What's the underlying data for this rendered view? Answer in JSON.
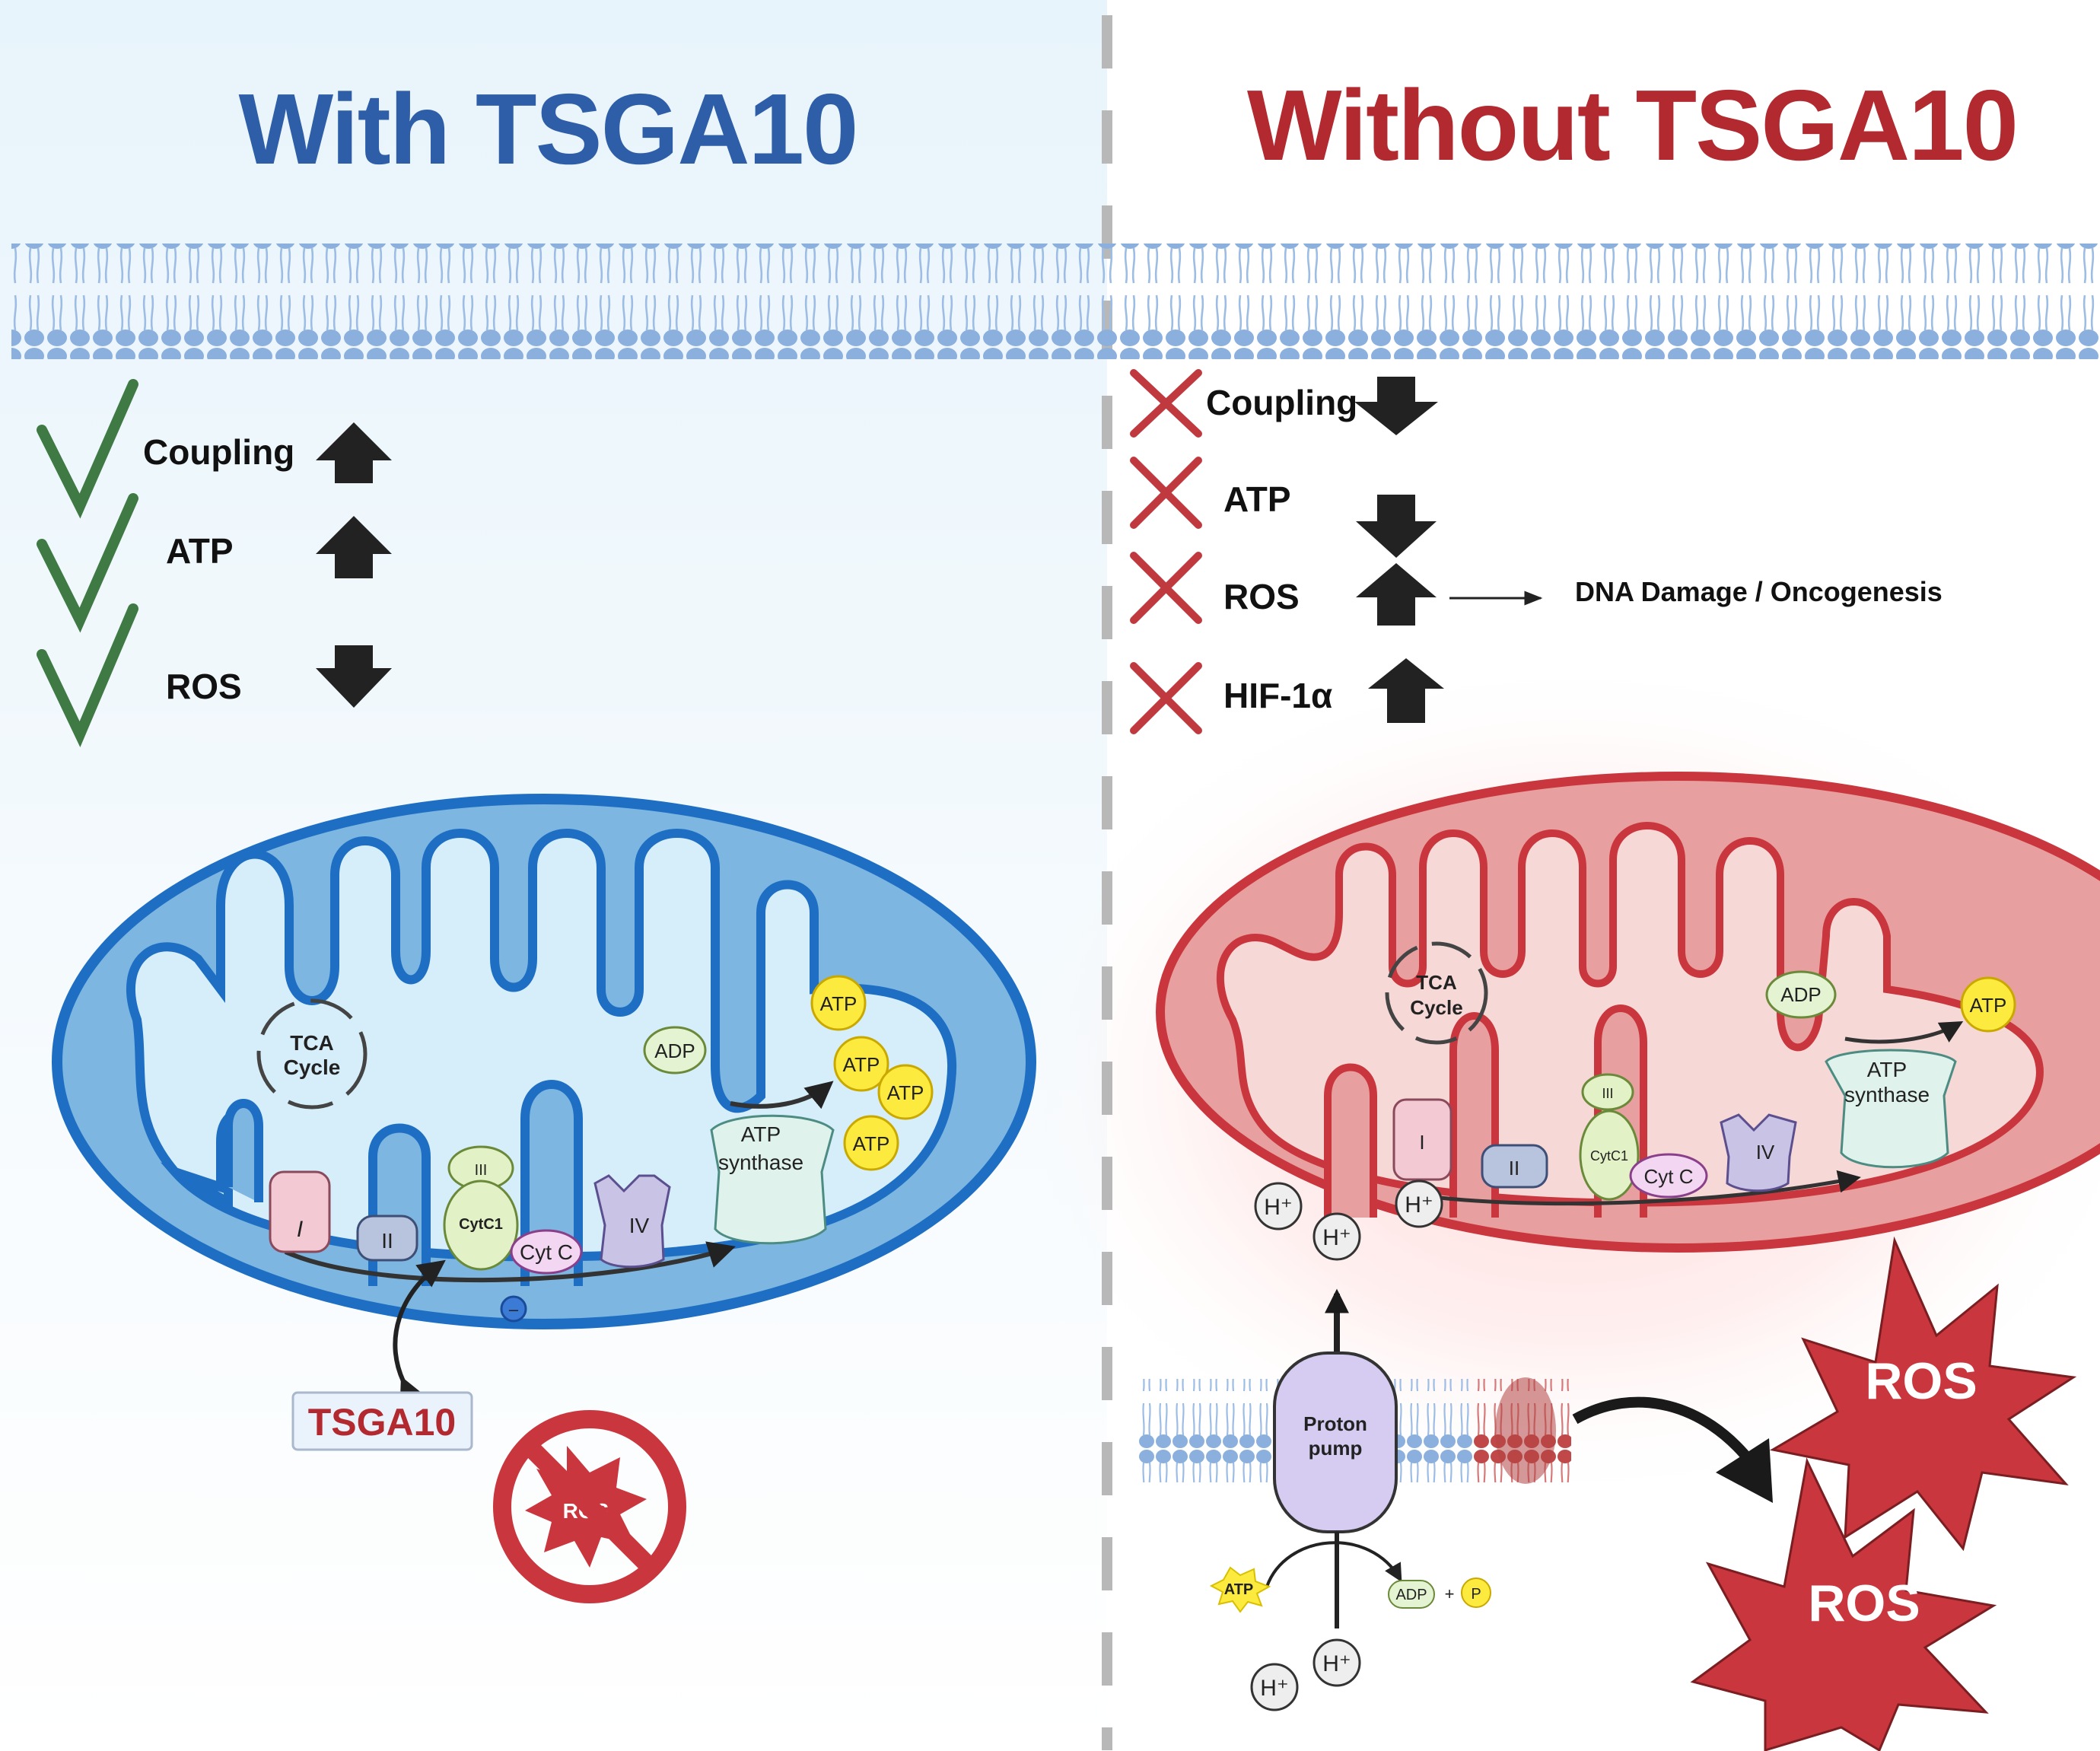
{
  "left_panel": {
    "title": "With TSGA10",
    "title_color": "#2f5ea8",
    "indicators": [
      {
        "label": "Coupling",
        "status": "check-icon",
        "trend": "up-arrow"
      },
      {
        "label": "ATP",
        "status": "check-icon",
        "trend": "up-arrow"
      },
      {
        "label": "ROS",
        "status": "check-icon",
        "trend": "down-arrow"
      }
    ],
    "mitochondrion": {
      "tca": [
        "TCA",
        "Cycle"
      ],
      "complexes": [
        "I",
        "II",
        "III",
        "CytC1",
        "Cyt C",
        "IV"
      ],
      "synthase": [
        "ATP",
        "synthase"
      ],
      "adp": "ADP",
      "atp": [
        "ATP",
        "ATP",
        "ATP",
        "ATP"
      ],
      "electron": "–"
    },
    "tsga10_label": "TSGA10",
    "ros_blocked": "ROS"
  },
  "right_panel": {
    "title": "Without TSGA10",
    "title_color": "#b22a30",
    "indicators": [
      {
        "label": "Coupling",
        "status": "cross-icon",
        "trend": "down-arrow"
      },
      {
        "label": "ATP",
        "status": "cross-icon",
        "trend": "down-arrow"
      },
      {
        "label": "ROS",
        "status": "cross-icon",
        "trend": "up-arrow"
      },
      {
        "label": "HIF-1α",
        "status": "cross-icon",
        "trend": "up-arrow"
      }
    ],
    "outcome": "DNA Damage / Oncogenesis",
    "mitochondrion": {
      "tca": [
        "TCA",
        "Cycle"
      ],
      "complexes": [
        "I",
        "II",
        "III",
        "CytC1",
        "Cyt C",
        "IV"
      ],
      "synthase": [
        "ATP",
        "synthase"
      ],
      "adp": "ADP",
      "atp": [
        "ATP"
      ],
      "protons": [
        "H⁺",
        "H⁺",
        "H⁺"
      ]
    },
    "pump": {
      "label": [
        "Proton",
        "pump"
      ],
      "atp": "ATP",
      "adp": "ADP",
      "plus": "+",
      "p": "P",
      "protons": [
        "H⁺",
        "H⁺"
      ]
    },
    "ros_bursts": [
      "ROS",
      "ROS"
    ]
  },
  "colors": {
    "membrane": "#7fa6d8",
    "check": "#3f7a45",
    "cross": "#c0393f",
    "mito_blue": "#1e6fc4",
    "mito_red": "#c9363d"
  }
}
